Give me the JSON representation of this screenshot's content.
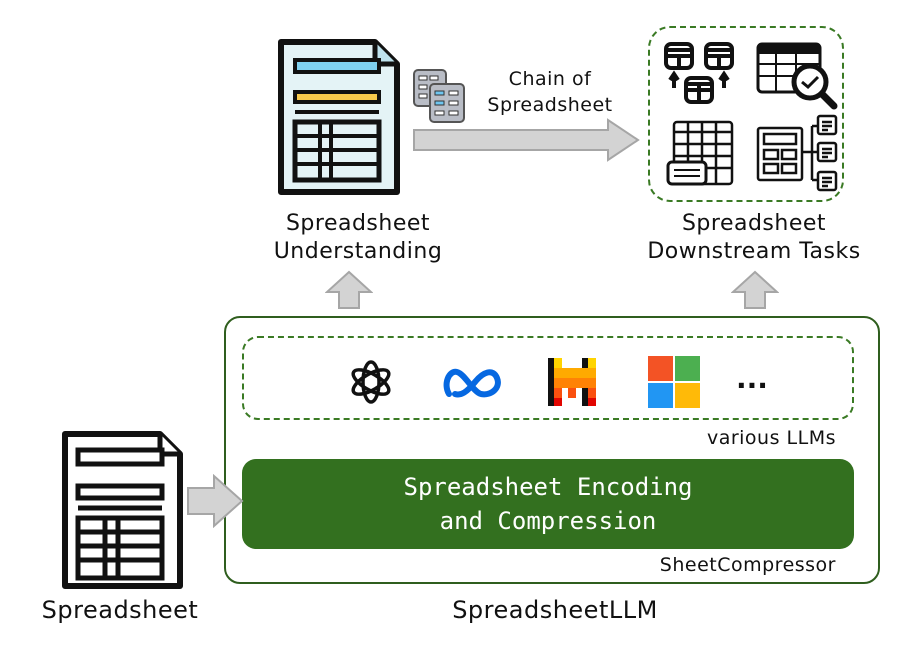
{
  "diagram": {
    "title": "SpreadsheetLLM",
    "input": {
      "label": "Spreadsheet",
      "icon": "spreadsheet-document-icon"
    },
    "understanding": {
      "label_line1": "Spreadsheet",
      "label_line2": "Understanding",
      "icon": "spreadsheet-document-color-icon"
    },
    "chain": {
      "label_line1": "Chain of",
      "label_line2": "Spreadsheet",
      "icon": "stacked-sheets-icon"
    },
    "downstream": {
      "label_line1": "Spreadsheet",
      "label_line2": "Downstream Tasks",
      "icons": [
        "table-merge-icon",
        "table-inspect-icon",
        "table-annotate-icon",
        "table-hierarchy-icon"
      ]
    },
    "llms": {
      "label": "various LLMs",
      "more": "...",
      "icons": [
        "openai-logo-icon",
        "meta-logo-icon",
        "mistral-logo-icon",
        "microsoft-logo-icon"
      ]
    },
    "encoder": {
      "line1": "Spreadsheet Encoding",
      "line2": "and Compression",
      "name": "SheetCompressor"
    },
    "colors": {
      "dark_green": "#33701f",
      "border_green": "#2f5e1e",
      "arrow_gray": "#d3d3d3"
    }
  }
}
